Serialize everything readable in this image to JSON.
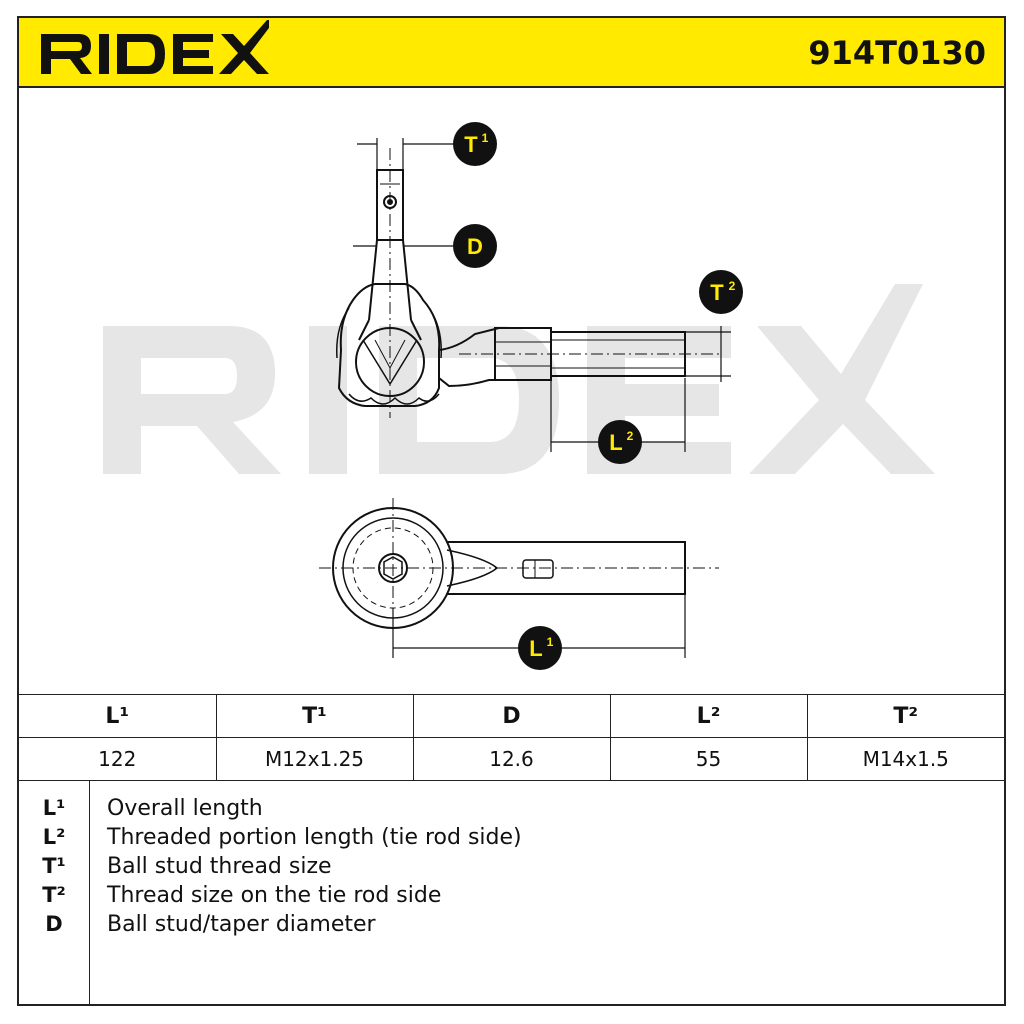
{
  "header": {
    "brand": "RIDEX",
    "part_number": "914T0130",
    "color": "#ffea00"
  },
  "watermark": {
    "text": "RIDEX",
    "color": "#e6e6e6"
  },
  "callouts": {
    "t1": {
      "letter": "T",
      "sup": "1"
    },
    "d": {
      "letter": "D",
      "sup": ""
    },
    "t2": {
      "letter": "T",
      "sup": "2"
    },
    "l2": {
      "letter": "L",
      "sup": "2"
    },
    "l1": {
      "letter": "L",
      "sup": "1"
    }
  },
  "specs": {
    "headers": [
      "L¹",
      "T¹",
      "D",
      "L²",
      "T²"
    ],
    "values": [
      "122",
      "M12x1.25",
      "12.6",
      "55",
      "M14x1.5"
    ]
  },
  "legend": [
    {
      "symbol": "L¹",
      "text": "Overall length"
    },
    {
      "symbol": "L²",
      "text": "Threaded portion length (tie rod side)"
    },
    {
      "symbol": "T¹",
      "text": "Ball stud thread size"
    },
    {
      "symbol": "T²",
      "text": "Thread size on the tie rod side"
    },
    {
      "symbol": "D",
      "text": "Ball stud/taper diameter"
    }
  ]
}
